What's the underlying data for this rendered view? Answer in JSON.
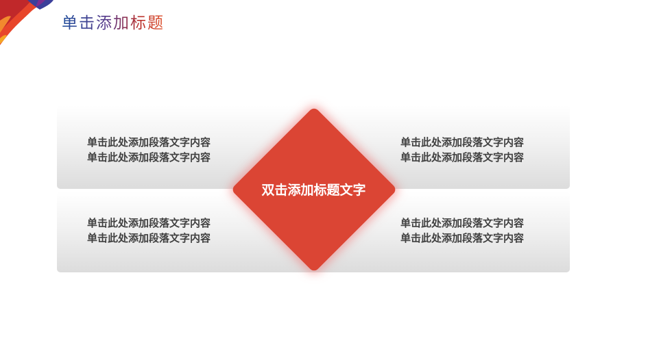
{
  "slide": {
    "title": "单击添加标题",
    "center_label": "双击添加标题文字",
    "blocks": {
      "top_left": [
        "单击此处添加段落文字内容",
        "单击此处添加段落文字内容"
      ],
      "top_right": [
        "单击此处添加段落文字内容",
        "单击此处添加段落文字内容"
      ],
      "bottom_left": [
        "单击此处添加段落文字内容",
        "单击此处添加段落文字内容"
      ],
      "bottom_right": [
        "单击此处添加段落文字内容",
        "单击此处添加段落文字内容"
      ]
    }
  },
  "colors": {
    "accent": "#db4534",
    "text": "#404040",
    "title_start": "#1f4e9c",
    "title_end": "#e0502a"
  }
}
